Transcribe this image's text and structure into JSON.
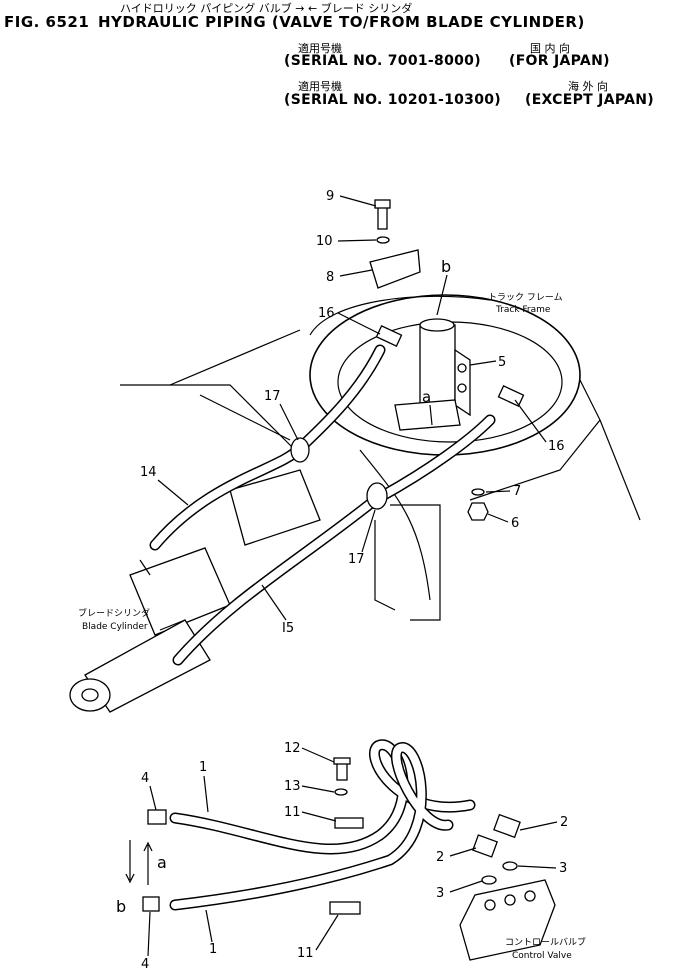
{
  "header": {
    "fig_label": "FIG. 6521",
    "title_kana": "ハイドロリック パイピング バルブ → ← ブレード シリンダ",
    "title": "HYDRAULIC PIPING (VALVE TO/FROM BLADE CYLINDER)",
    "applicable_label_1": "適用号機",
    "region_label_1": "国 内 向",
    "serial_1": "(SERIAL NO. 7001-8000)",
    "region_1": "(FOR JAPAN)",
    "applicable_label_2": "適用号機",
    "region_label_2": "海 外 向",
    "serial_2": "(SERIAL NO. 10201-10300)",
    "region_2": "(EXCEPT JAPAN)"
  },
  "labels": {
    "track_frame_jp": "トラック フレーム",
    "track_frame": "Track Frame",
    "blade_cylinder_jp": "ブレードシリンダ",
    "blade_cylinder": "Blade Cylinder",
    "control_valve_jp": "コントロールバルブ",
    "control_valve": "Control Valve",
    "detail_a_top": "a",
    "detail_b_top": "b",
    "detail_a_bottom": "a",
    "detail_b_bottom": "b"
  },
  "callouts": {
    "p9": "9",
    "p10": "10",
    "p8": "8",
    "p16_left": "16",
    "p5": "5",
    "p16_right": "16",
    "p17_left": "17",
    "p7": "7",
    "p14": "14",
    "p6": "6",
    "p17_right": "17",
    "p15": "I5",
    "p12": "12",
    "p4_top": "4",
    "p1_top": "1",
    "p13": "13",
    "p11_top": "11",
    "p2_right": "2",
    "p2_left": "2",
    "p3_right": "3",
    "p3_left": "3",
    "p1_bottom": "1",
    "p11_bottom": "11",
    "p4_bottom": "4"
  }
}
